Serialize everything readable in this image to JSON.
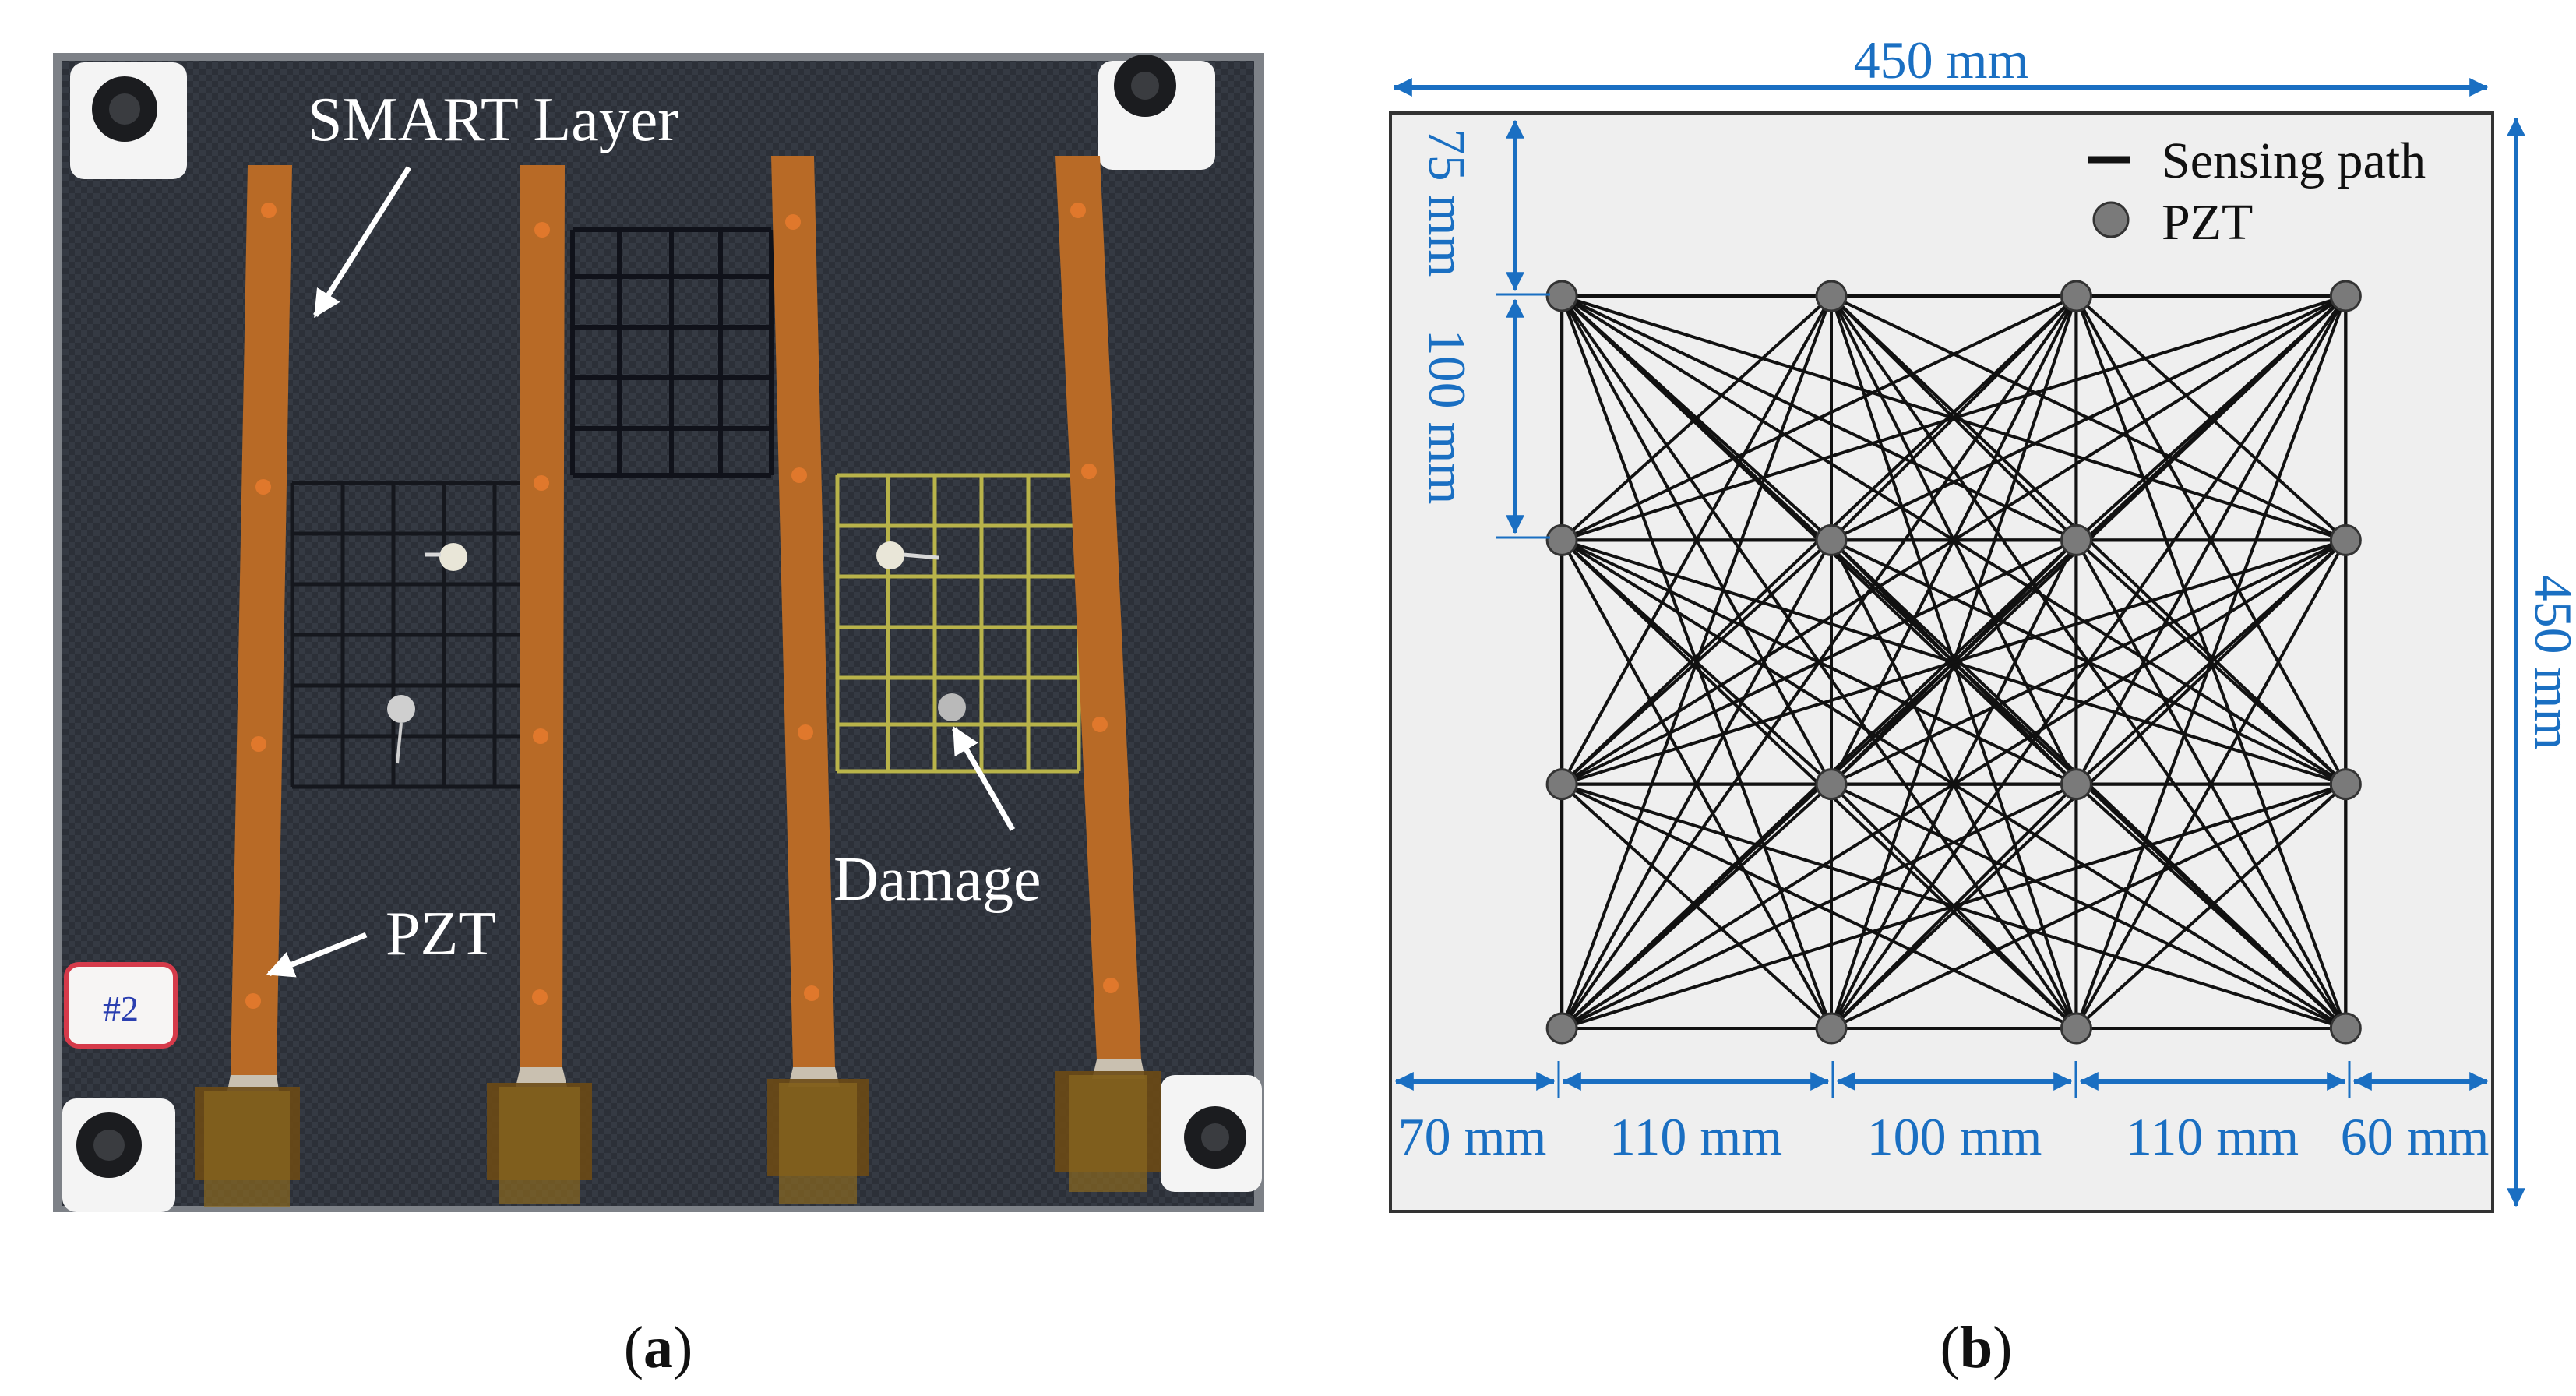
{
  "panels": [
    {
      "id": "a",
      "caption": "(a)",
      "caption_letter": "a",
      "annotations": {
        "smart_layer": "SMART Layer",
        "pzt": "PZT",
        "damage": "Damage"
      },
      "specimen_tag": "#2"
    },
    {
      "id": "b",
      "caption": "(b)",
      "caption_letter": "b",
      "legend": {
        "sensing_path": "Sensing path",
        "pzt": "PZT"
      },
      "dimensions": {
        "top_width": "450 mm",
        "right_height": "450 mm",
        "top_margin": "75 mm",
        "row_spacing": "100 mm",
        "bottom": [
          "70 mm",
          "110 mm",
          "100 mm",
          "110 mm",
          "60 mm"
        ]
      },
      "sensor_layout": {
        "columns_mm": [
          70,
          180,
          280,
          390
        ],
        "rows_mm": [
          75,
          175,
          275,
          375
        ],
        "plate_size_mm": 450
      }
    }
  ],
  "colors": {
    "dimension": "#1a6fc2",
    "plate_fill": "#efefef",
    "path": "#111111",
    "pzt": "#7a7a7a",
    "photo_background": "#2b2f36",
    "smart_strip": "#b86a26"
  }
}
